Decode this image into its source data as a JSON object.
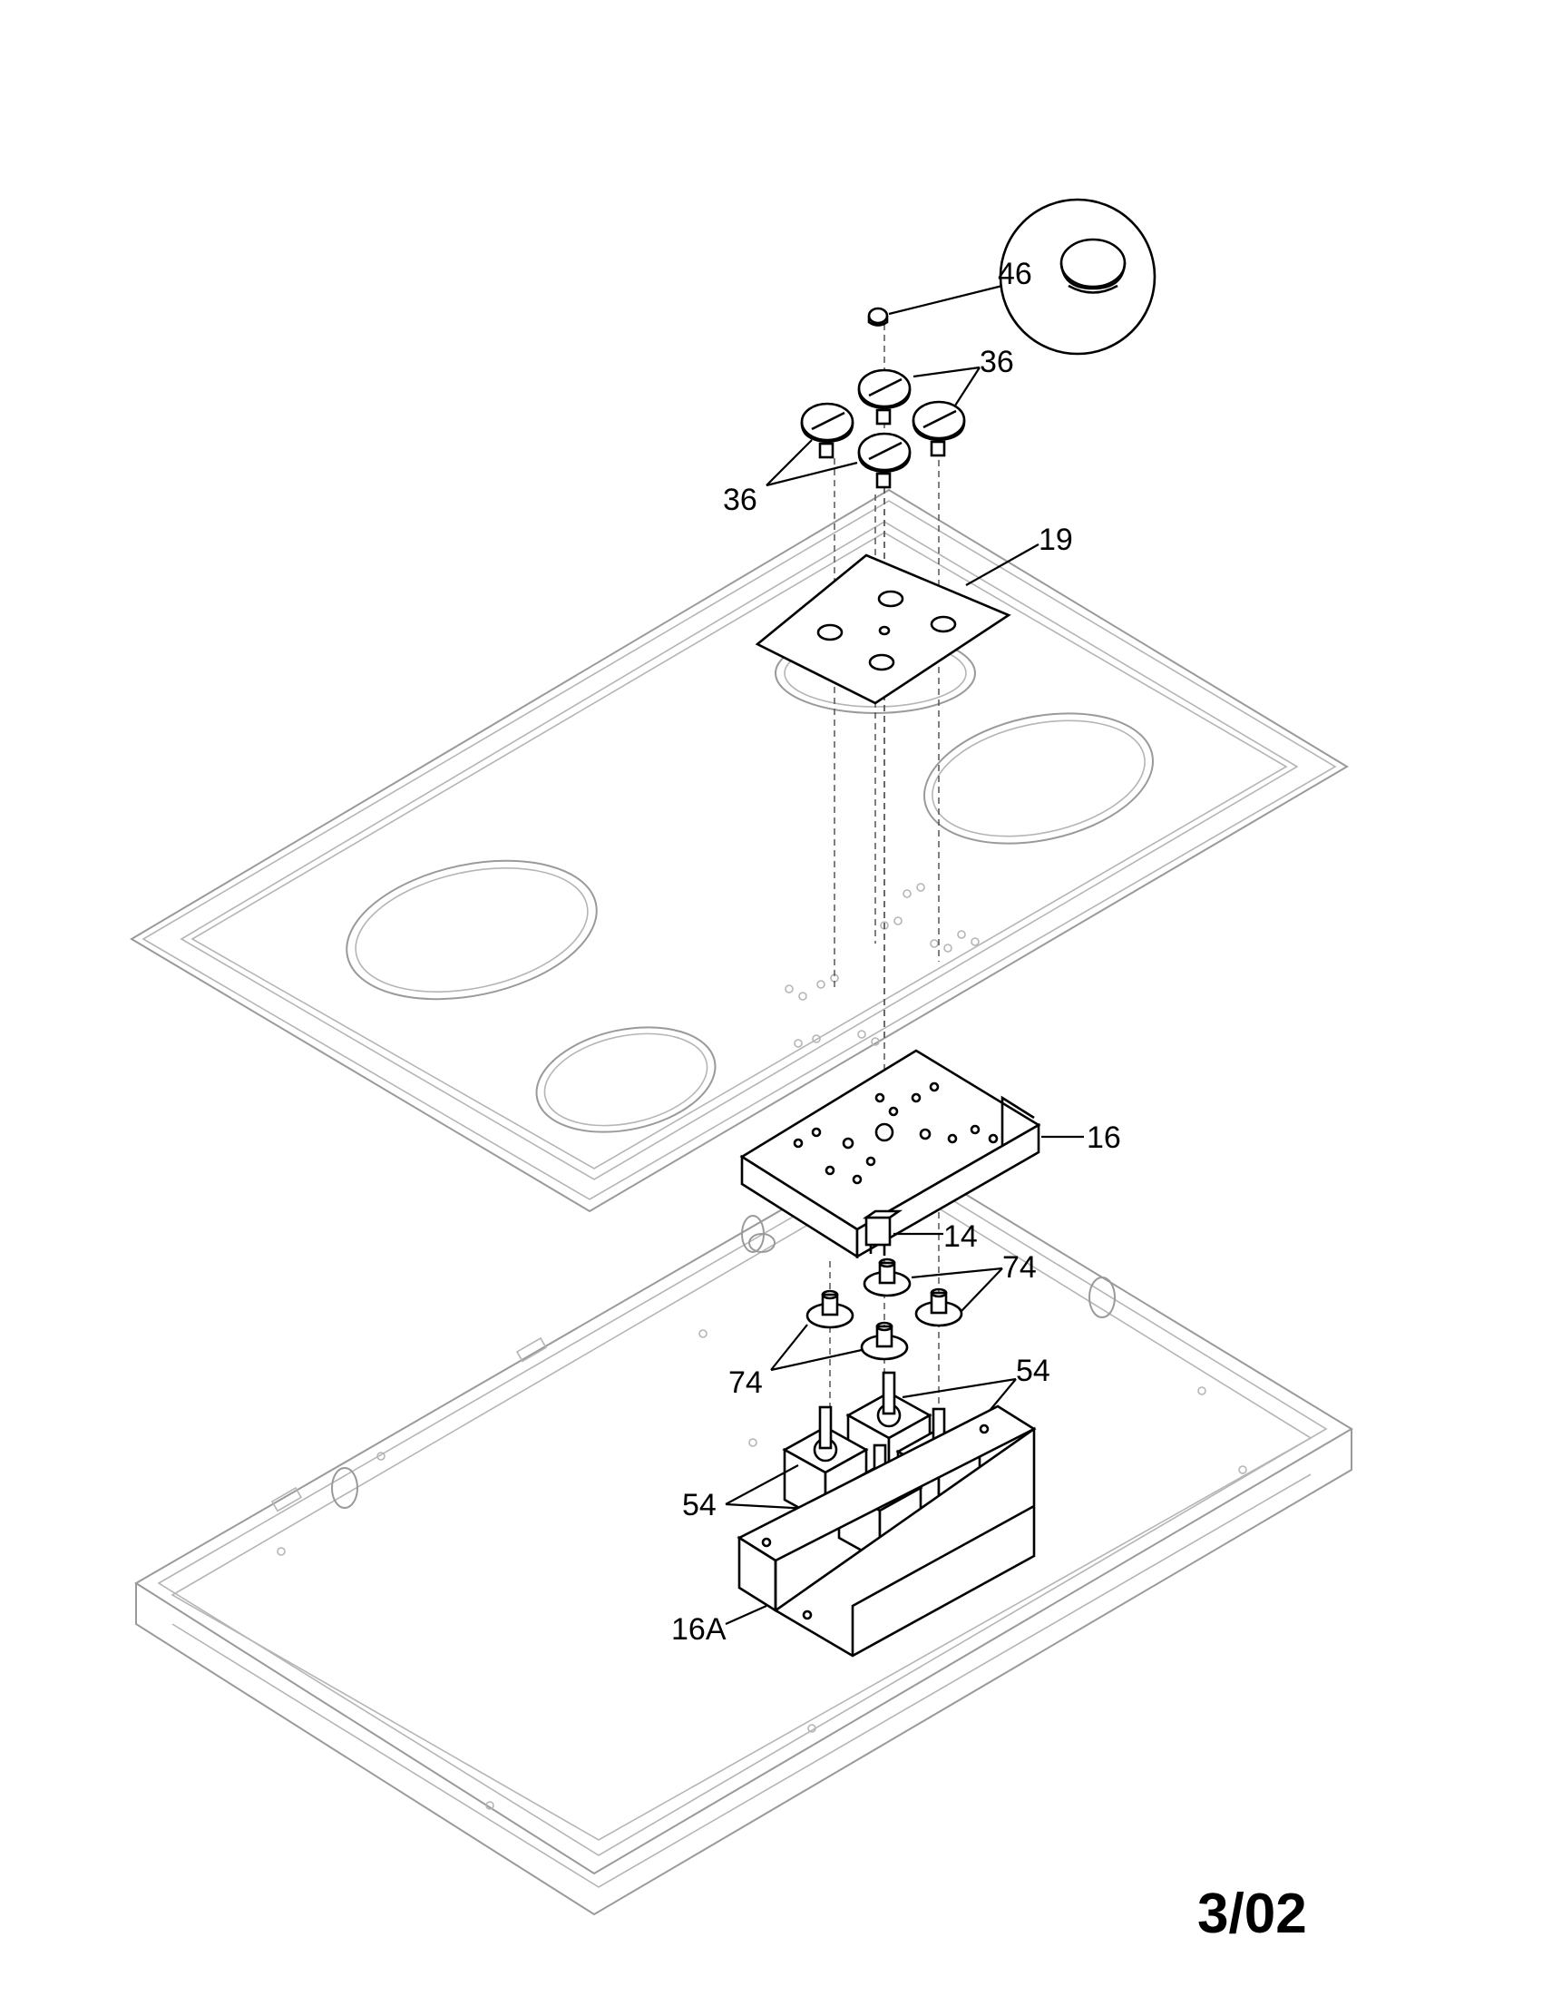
{
  "callouts": {
    "p46": "46",
    "p36_upper": "36",
    "p36_lower": "36",
    "p19": "19",
    "p16": "16",
    "p14": "14",
    "p74_upper": "74",
    "p74_lower": "74",
    "p54_upper": "54",
    "p54_lower": "54",
    "p16A": "16A"
  },
  "date_stamp": "3/02"
}
